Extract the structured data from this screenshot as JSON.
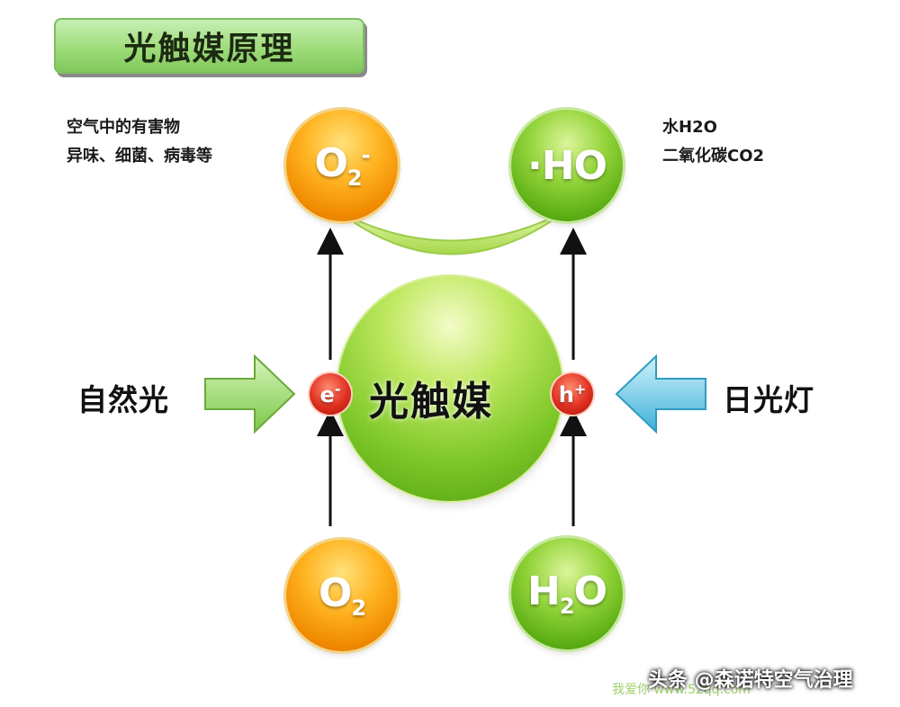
{
  "title": "光触媒原理",
  "left_note": [
    "空气中的有害物",
    "异味、细菌、病毒等"
  ],
  "right_note": [
    "水H2O",
    "二氧化碳CO2"
  ],
  "spheres": {
    "top_left": {
      "symbol": "O",
      "subscript": "2",
      "superscript": "-"
    },
    "top_right": {
      "symbol": "·HO"
    },
    "bottom_left": {
      "symbol": "O",
      "subscript": "2"
    },
    "bottom_right": {
      "symbol_1": "H",
      "subscript": "2",
      "symbol_2": "O"
    },
    "center": "光触媒",
    "electron": {
      "symbol": "e",
      "sign": "-"
    },
    "hole": {
      "symbol": "h",
      "sign": "+"
    }
  },
  "left_label": "自然光",
  "right_label": "日光灯",
  "footer": {
    "author": "头条 @森诺特空气治理",
    "watermark": "我爱你 www.52qq.com"
  },
  "colors": {
    "orange": "#f08a00",
    "green": "#58ac12",
    "red": "#e03020",
    "arrow_green": "#8fd060",
    "arrow_blue": "#5fc6e4"
  }
}
